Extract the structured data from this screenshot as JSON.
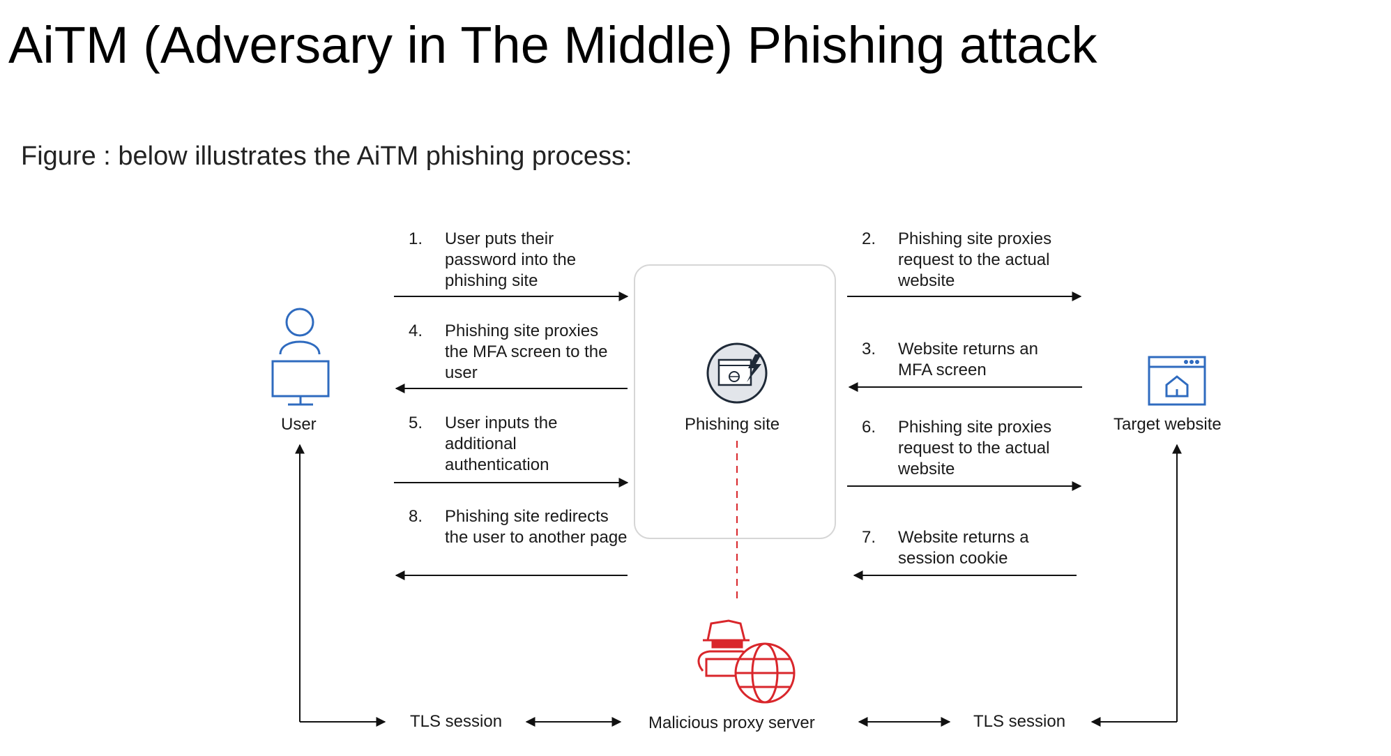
{
  "slide": {
    "title": "AiTM (Adversary in The Middle) Phishing attack",
    "subtitle": "Figure : below illustrates the AiTM phishing process:"
  },
  "diagram": {
    "nodes": {
      "user": {
        "label": "User",
        "icon": "user-at-computer-icon"
      },
      "phishing_site": {
        "label": "Phishing site",
        "icon": "phishing-browser-icon"
      },
      "target": {
        "label": "Target website",
        "icon": "website-home-icon"
      },
      "proxy": {
        "label": "Malicious proxy server",
        "icon": "hacker-globe-icon"
      }
    },
    "steps": [
      {
        "num": "1.",
        "text": "User puts their password into the phishing site",
        "direction": "to-phishing-site"
      },
      {
        "num": "2.",
        "text": "Phishing site proxies request to the actual website",
        "direction": "to-target"
      },
      {
        "num": "3.",
        "text": "Website returns an MFA screen",
        "direction": "to-phishing-site"
      },
      {
        "num": "4.",
        "text": "Phishing site proxies the MFA screen to the user",
        "direction": "to-user"
      },
      {
        "num": "5.",
        "text": "User inputs the additional authentication",
        "direction": "to-phishing-site"
      },
      {
        "num": "6.",
        "text": "Phishing site proxies request to the actual website",
        "direction": "to-target"
      },
      {
        "num": "7.",
        "text": "Website returns a session cookie",
        "direction": "to-phishing-site"
      },
      {
        "num": "8.",
        "text": "Phishing site redirects the user to another page",
        "direction": "to-user"
      }
    ],
    "tls_left": "TLS session",
    "tls_right": "TLS session",
    "colors": {
      "accent_blue": "#2f6bbf",
      "threat_red": "#d9262b",
      "arrow": "#111111",
      "box_border": "#d6d6d6"
    }
  }
}
